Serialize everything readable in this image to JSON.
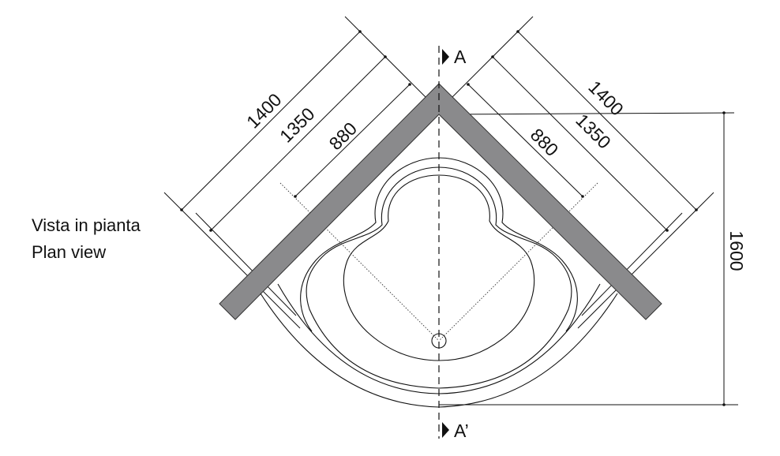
{
  "caption": {
    "line1": "Vista in pianta",
    "line2": "Plan view"
  },
  "section_marks": {
    "top": "A",
    "bottom": "A’"
  },
  "dimensions": {
    "left": {
      "outer": "1400",
      "middle": "1350",
      "inner": "880"
    },
    "right": {
      "outer": "1400",
      "middle": "1350",
      "inner": "880"
    },
    "depth": "1600"
  },
  "colors": {
    "wall": "#8a8a8c",
    "line": "#111111"
  }
}
